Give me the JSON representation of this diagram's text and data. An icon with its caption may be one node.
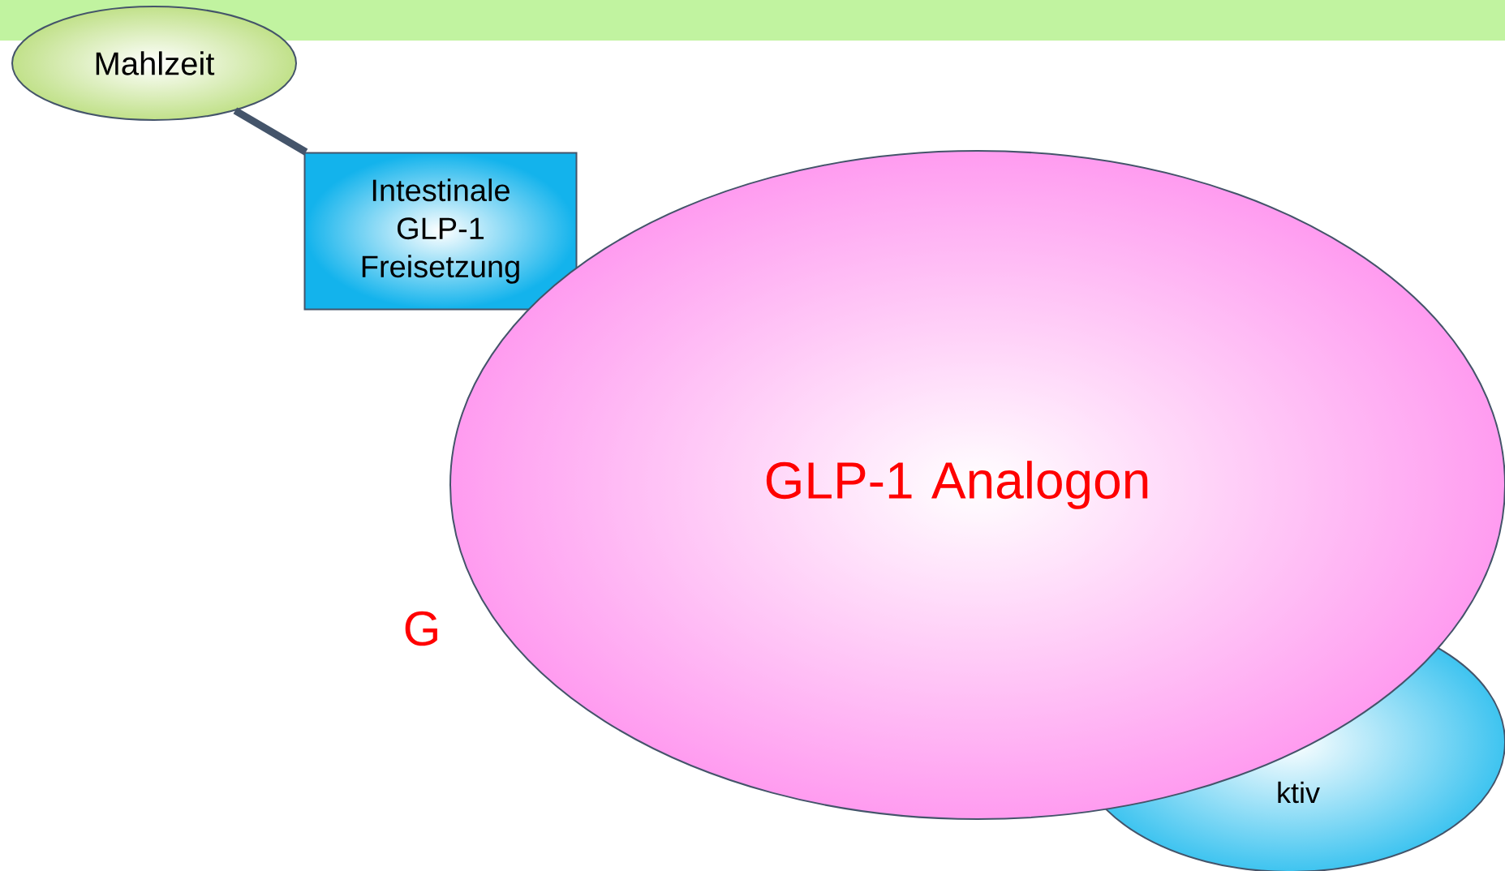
{
  "diagram": {
    "nodes": [
      {
        "text": [
          "Mahlzeit"
        ]
      },
      {
        "text": [
          "Intestinale GLP-1 Freisetzung"
        ]
      },
      {
        "text": [
          "ktiv"
        ]
      },
      {
        "text": [
          "GLP-1 Analogon"
        ]
      }
    ],
    "edges": [
      {
        "from": 0,
        "to": 1,
        "arrow": "none"
      }
    ],
    "labels": [
      "G"
    ]
  }
}
